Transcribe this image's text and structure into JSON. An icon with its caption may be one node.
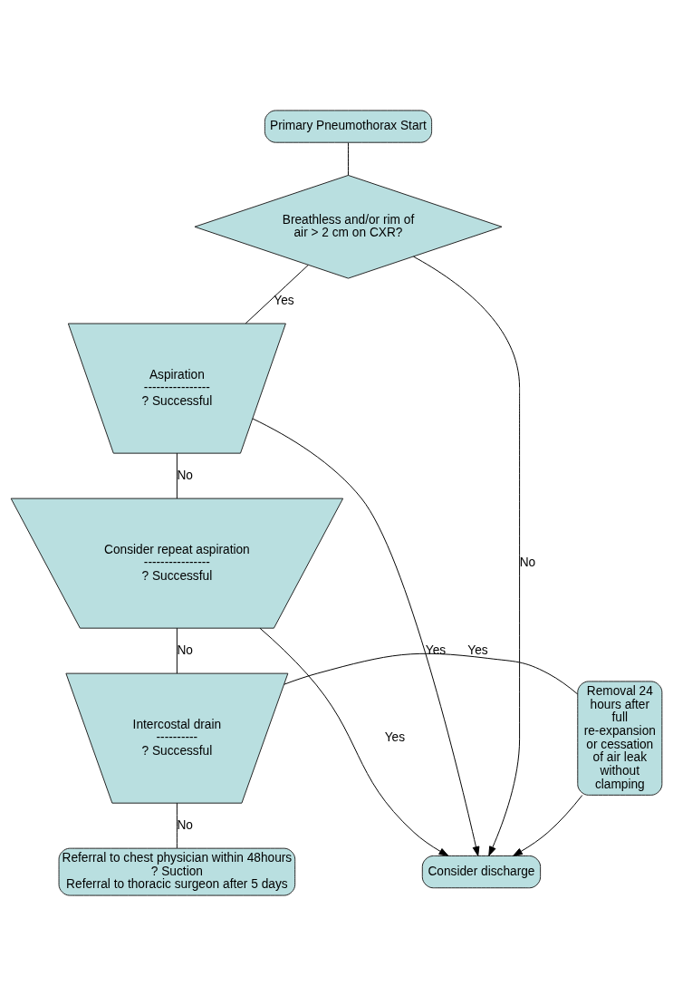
{
  "diagram": {
    "nodes": [
      {
        "text": [
          "Primary Pneumothorax Start"
        ]
      },
      {
        "text": [
          "Breathless and/or rim of air > 2 cm on CXR?"
        ]
      },
      {
        "text": [
          "Aspiration",
          "----------------",
          "? Successful"
        ]
      },
      {
        "text": [
          "Consider repeat aspiration",
          "----------------",
          "? Successful"
        ]
      },
      {
        "text": [
          "Intercostal drain",
          "----------",
          "? Successful"
        ]
      },
      {
        "text": [
          "Referral to chest physician within 48hours",
          "? Suction",
          "Referral to thoracic surgeon after 5 days"
        ]
      },
      {
        "text": [
          "Removal 24 hours after full re-expansion or cessation of air leak without clamping"
        ]
      },
      {
        "text": [
          "Consider discharge"
        ]
      }
    ],
    "edges": [
      {
        "from": 0,
        "to": 1,
        "arrow": "none"
      },
      {
        "from": 1,
        "to": 2,
        "label": "Yes",
        "arrow": "none"
      },
      {
        "from": 1,
        "to": 7,
        "label": "No",
        "arrow": "to"
      },
      {
        "from": 2,
        "to": 7,
        "label": "Yes",
        "arrow": "to"
      },
      {
        "from": 2,
        "to": 3,
        "label": "No",
        "arrow": "none"
      },
      {
        "from": 3,
        "to": 7,
        "label": "Yes",
        "arrow": "to"
      },
      {
        "from": 3,
        "to": 4,
        "label": "No",
        "arrow": "none"
      },
      {
        "from": 4,
        "to": 6,
        "label": "Yes",
        "arrow": "none"
      },
      {
        "from": 6,
        "to": 7,
        "arrow": "to"
      },
      {
        "from": 4,
        "to": 5,
        "label": "No",
        "arrow": "none"
      }
    ]
  }
}
